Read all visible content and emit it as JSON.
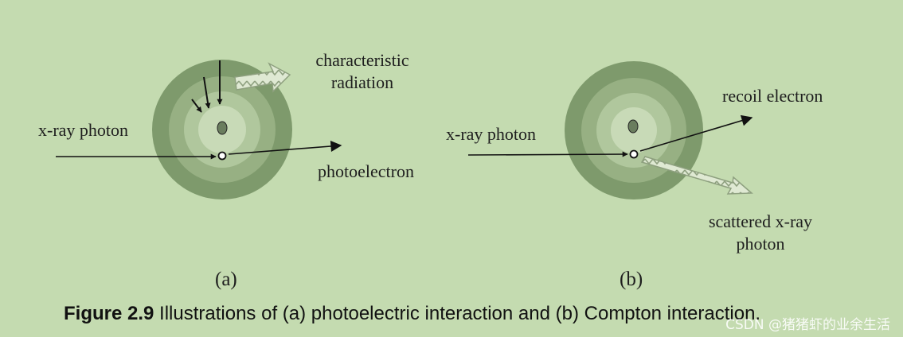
{
  "panel_a": {
    "incident_label": "x-ray photon",
    "emitted_label_line1": "characteristic",
    "emitted_label_line2": "radiation",
    "electron_label": "photoelectron",
    "panel_label": "(a)"
  },
  "panel_b": {
    "incident_label": "x-ray photon",
    "electron_label": "recoil electron",
    "scattered_label_line1": "scattered x-ray",
    "scattered_label_line2": "photon",
    "panel_label": "(b)"
  },
  "caption": {
    "number": "Figure 2.9",
    "text": " Illustrations of (a) photoelectric interaction and (b) Compton interaction."
  },
  "watermark": "CSDN @猪猪虾的业余生活",
  "colors": {
    "background": "#c4dbb0",
    "shell_outer": "#7e9a6c",
    "shell_middle": "#97b083",
    "shell_inner": "#b0c79d",
    "core": "#c8dab7",
    "nucleus": "#6a7d5e",
    "arrow": "#111111"
  }
}
